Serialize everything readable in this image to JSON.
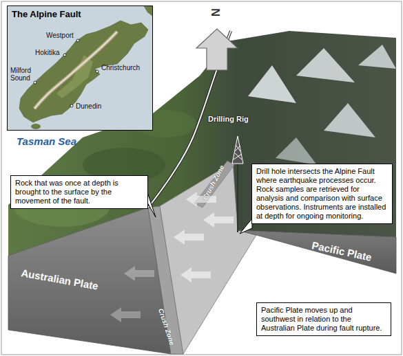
{
  "diagram": {
    "nodes": [
      {
        "text": [
          "The Alpine Fault"
        ]
      },
      {
        "text": [
          "Rock that was once at depth is brought to the surface by the movement of the fault."
        ]
      },
      {
        "text": [
          "Drill hole intersects the Alpine Fault where earthquake processes occur. Rock samples are retrieved for analysis and comparison with surface observations. Instruments are installed at depth for ongoing monitoring."
        ]
      },
      {
        "text": [
          "Pacific Plate moves up and southwest in relation to the Australian Plate during fault rupture."
        ]
      }
    ],
    "labels": [
      "Westport",
      "Hokitika",
      "Milford Sound",
      "Christchurch",
      "Dunedin",
      "N",
      "Tasman Sea",
      "Drilling Rig",
      "Crush Zone",
      "Crush Zone",
      "Pacific Plate",
      "Australian Plate"
    ]
  }
}
